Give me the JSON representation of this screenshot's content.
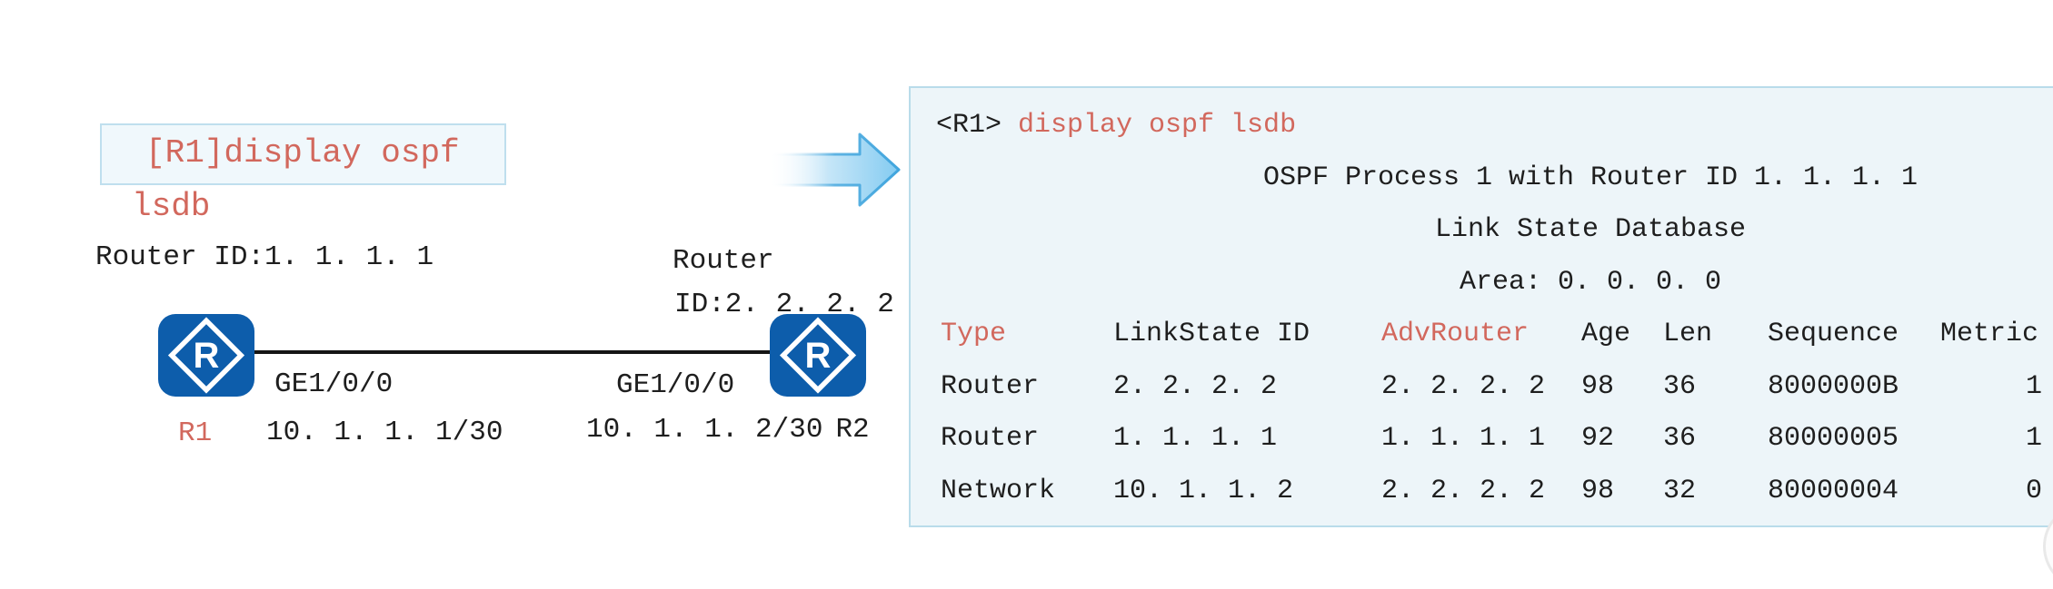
{
  "colors": {
    "accent_red": "#d2685d",
    "text_black": "#1e1e1e",
    "router_blue": "#0d5dab",
    "terminal_bg": "#edf5f9",
    "terminal_border": "#b9dcea",
    "command_box_bg": "#f0f8fc",
    "command_box_border": "#bfdfee",
    "arrow_fill": "#83cbf1",
    "arrow_stroke": "#41a5dd"
  },
  "diagram": {
    "command_box": {
      "line1": "[R1]display ospf",
      "line2": "lsdb"
    },
    "r1": {
      "router_id": "Router ID:1. 1. 1. 1",
      "name": "R1",
      "interface": "GE1/0/0",
      "ip": "10. 1. 1. 1/30",
      "icon_letter": "R"
    },
    "r2": {
      "router_id_line1": "Router",
      "router_id_line2": "ID:2. 2. 2. 2",
      "name": "R2",
      "interface": "GE1/0/0",
      "ip": "10. 1. 1. 2/30",
      "icon_letter": "R"
    }
  },
  "terminal": {
    "prompt": "<R1> ",
    "command": "display ospf lsdb",
    "process_line": "OSPF Process 1 with Router ID 1. 1. 1. 1",
    "database_line": "Link State Database",
    "area_line": "Area: 0. 0. 0. 0",
    "table": {
      "headers": [
        "Type",
        "LinkState ID",
        "AdvRouter",
        "Age",
        "Len",
        "Sequence",
        "Metric"
      ],
      "rows": [
        [
          "Router",
          "2. 2. 2. 2",
          "2. 2. 2. 2",
          "98",
          "36",
          "8000000B",
          "1"
        ],
        [
          "Router",
          "1. 1. 1. 1",
          "1. 1. 1. 1",
          "92",
          "36",
          "80000005",
          "1"
        ],
        [
          "Network",
          "10. 1. 1. 2",
          "2. 2. 2. 2",
          "98",
          "32",
          "80000004",
          "0"
        ]
      ]
    }
  }
}
